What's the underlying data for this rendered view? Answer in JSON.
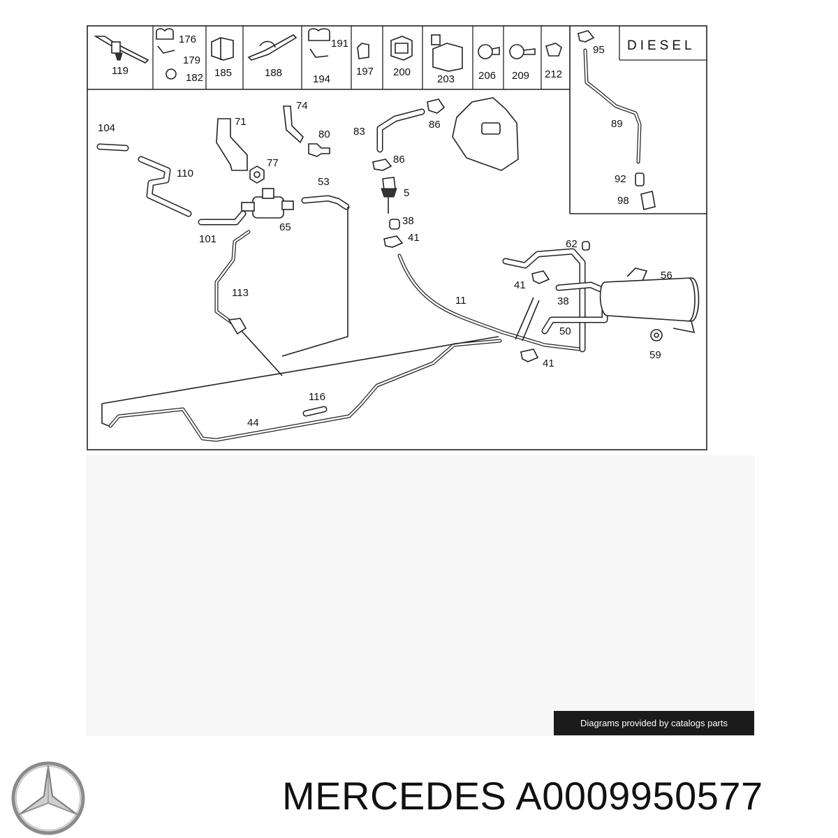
{
  "diagram": {
    "variant_label": "DIESEL",
    "header_parts": [
      {
        "id": "hp-119",
        "labels": [
          "119"
        ]
      },
      {
        "id": "hp-176",
        "labels": [
          "176",
          "179",
          "182"
        ]
      },
      {
        "id": "hp-185",
        "labels": [
          "185"
        ]
      },
      {
        "id": "hp-188",
        "labels": [
          "188"
        ]
      },
      {
        "id": "hp-191",
        "labels": [
          "191",
          "194"
        ]
      },
      {
        "id": "hp-197",
        "labels": [
          "197"
        ]
      },
      {
        "id": "hp-200",
        "labels": [
          "200"
        ]
      },
      {
        "id": "hp-203",
        "labels": [
          "203"
        ]
      },
      {
        "id": "hp-206",
        "labels": [
          "206"
        ]
      },
      {
        "id": "hp-209",
        "labels": [
          "209"
        ]
      },
      {
        "id": "hp-212",
        "labels": [
          "212"
        ]
      }
    ],
    "callouts": [
      "104",
      "110",
      "101",
      "71",
      "74",
      "80",
      "77",
      "65",
      "53",
      "83",
      "86",
      "86",
      "5",
      "38",
      "41",
      "113",
      "11",
      "62",
      "41",
      "38",
      "56",
      "50",
      "41",
      "59",
      "116",
      "44",
      "95",
      "89",
      "92",
      "98"
    ]
  },
  "footer": {
    "credit": "Diagrams provided by catalogs parts",
    "brand": "MERCEDES",
    "part_number": "A0009950577",
    "brand_line": "MERCEDES A0009950577"
  }
}
